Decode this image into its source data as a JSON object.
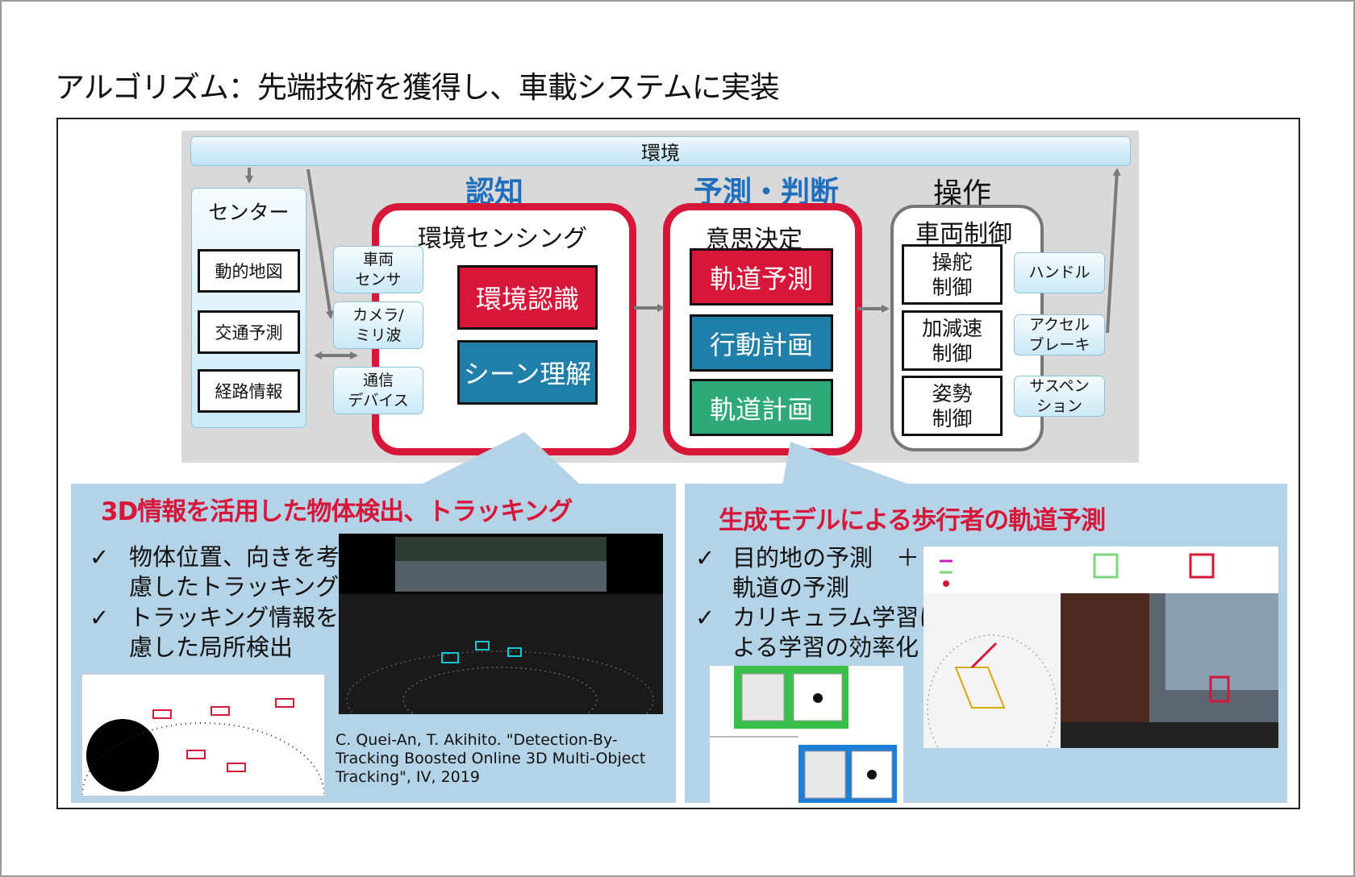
{
  "slide": {
    "title": "アルゴリズム：先端技術を獲得し、車載システムに実装"
  },
  "diagram": {
    "environment": "環境",
    "center": {
      "title": "センター",
      "items": [
        "動的地図",
        "交通予測",
        "経路情報"
      ]
    },
    "sensors": [
      "車両\nセンサ",
      "カメラ/\nミリ波",
      "通信\nデバイス"
    ],
    "stages": {
      "recognition": {
        "label": "認知",
        "title": "環境センシング",
        "boxes": [
          "環境認識",
          "シーン理解"
        ]
      },
      "prediction": {
        "label": "予測・判断",
        "title": "意思決定",
        "boxes": [
          "軌道予測",
          "行動計画",
          "軌道計画"
        ]
      },
      "operation": {
        "label": "操作",
        "title": "車両制御",
        "boxes": [
          "操舵\n制御",
          "加減速\n制御",
          "姿勢\n制御"
        ]
      }
    },
    "actuators": [
      "ハンドル",
      "アクセル\nブレーキ",
      "サスペン\nション"
    ]
  },
  "callout_left": {
    "title": "3D情報を活用した物体検出、トラッキング",
    "bullets": [
      "物体位置、向きを考\n慮したトラッキング",
      "トラッキング情報を考\n慮した局所検出"
    ],
    "citation": "C. Quei-An, T. Akihito. \"Detection-By-\nTracking Boosted Online 3D Multi-Object\nTracking\", IV, 2019"
  },
  "callout_right": {
    "title": "生成モデルによる歩行者の軌道予測",
    "bullets": [
      "目的地の予測　＋\n軌道の予測",
      "カリキュラム学習に\nよる学習の効率化"
    ]
  },
  "colors": {
    "accent_red": "#d7173a",
    "label_blue": "#1f6fbd",
    "env_recognition": "#d7173a",
    "scene_understanding": "#1f7fa8",
    "trajectory_prediction": "#d7173a",
    "action_planning": "#1f7fa8",
    "trajectory_planning": "#2fa87a",
    "callout_bg": "#b4d3e6"
  }
}
